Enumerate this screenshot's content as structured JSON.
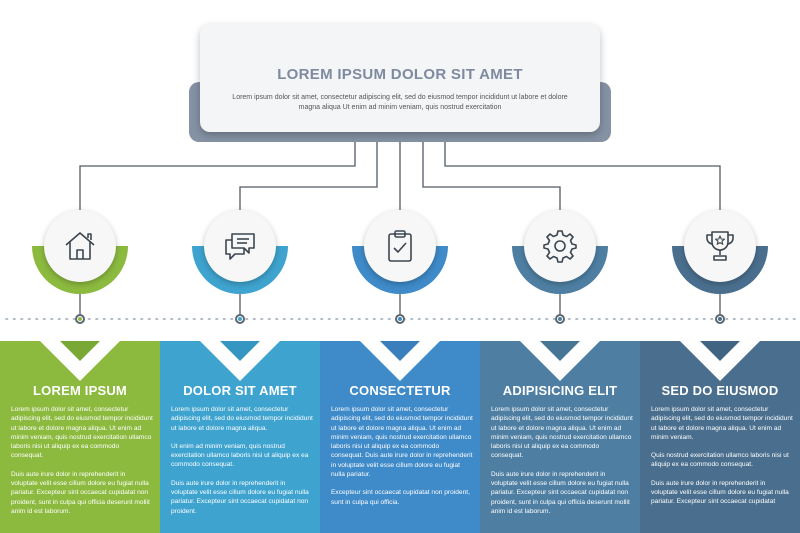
{
  "header": {
    "title": "LOREM IPSUM DOLOR SIT AMET",
    "text": "Lorem ipsum dolor sit amet, consectetur adipiscing elit, sed do eiusmod tempor incididunt ut labore et dolore magna aliqua Ut enim ad minim veniam, quis nostrud exercitation"
  },
  "colors": {
    "header_back": "#8592a4",
    "connector": "#505a63"
  },
  "steps": [
    {
      "title": "LOREM IPSUM",
      "icon": "home-icon",
      "color": "#8cba3f",
      "arc_color": "#8cba3f",
      "notch_color": "#7aa835",
      "paragraphs": [
        "Lorem ipsum dolor sit amet, consectetur adipiscing elit, sed do eiusmod tempor incididunt ut labore et dolore magna aliqua. Ut enim ad minim veniam, quis nostrud exercitation ullamco laboris nisi ut aliquip ex ea commodo consequat.",
        "Duis aute irure dolor in reprehenderit in voluptate velit esse cillum dolore eu fugiat nulla pariatur. Excepteur sint occaecat cupidatat non proident, sunt in culpa qui officia deserunt mollit anim id est laborum."
      ]
    },
    {
      "title": "DOLOR SIT AMET",
      "icon": "chat-bubbles-icon",
      "color": "#3ea3cf",
      "arc_color": "#3ea3cf",
      "notch_color": "#3696c2",
      "paragraphs": [
        "Lorem ipsum dolor sit amet, consectetur adipiscing elit, sed do eiusmod tempor incididunt ut labore et dolore magna aliqua.",
        "Ut enim ad minim veniam, quis nostrud exercitation ullamco laboris nisi ut aliquip ex ea commodo consequat.",
        "Duis aute irure dolor in reprehenderit in voluptate velit esse cillum dolore eu fugiat nulla pariatur. Excepteur sint occaecat cupidatat non proident."
      ]
    },
    {
      "title": "CONSECTETUR",
      "icon": "clipboard-check-icon",
      "color": "#3f8ac8",
      "arc_color": "#3f8ac8",
      "notch_color": "#3a7fbc",
      "paragraphs": [
        "Lorem ipsum dolor sit amet, consectetur adipiscing elit, sed do eiusmod tempor incididunt ut labore et dolore magna aliqua. Ut enim ad minim veniam, quis nostrud exercitation ullamco laboris nisi ut aliquip ex ea commodo consequat. Duis aute irure dolor in reprehenderit in voluptate velit esse cillum dolore eu fugiat nulla pariatur.",
        "Excepteur sint occaecat cupidatat non proident, sunt in culpa qui officia."
      ]
    },
    {
      "title": "ADIPISICING ELIT",
      "icon": "gear-icon",
      "color": "#4e7fa3",
      "arc_color": "#4e7fa3",
      "notch_color": "#467596",
      "paragraphs": [
        "Lorem ipsum dolor sit amet, consectetur adipiscing elit, sed do eiusmod tempor incididunt ut labore et dolore magna aliqua. Ut enim ad minim veniam, quis nostrud exercitation ullamco laboris nisi ut aliquip ex ea commodo consequat.",
        "Duis aute irure dolor in reprehenderit in voluptate velit esse cillum dolore eu fugiat nulla pariatur. Excepteur sint occaecat cupidatat non proident, sunt in culpa qui officia deserunt mollit anim id est laborum."
      ]
    },
    {
      "title": "SED DO EIUSMOD",
      "icon": "trophy-icon",
      "color": "#4a6f8e",
      "arc_color": "#4a6f8e",
      "notch_color": "#426483",
      "paragraphs": [
        "Lorem ipsum dolor sit amet, consectetur adipiscing elit, sed do eiusmod tempor incididunt ut labore et dolore magna aliqua. Ut enim ad minim veniam.",
        "Quis nostrud exercitation ullamco laboris nisi ut aliquip ex ea commodo consequat.",
        "Duis aute irure dolor in reprehenderit in voluptate velit esse cillum dolore eu fugiat nulla pariatur. Excepteur sint occaecat cupidatat"
      ]
    }
  ]
}
